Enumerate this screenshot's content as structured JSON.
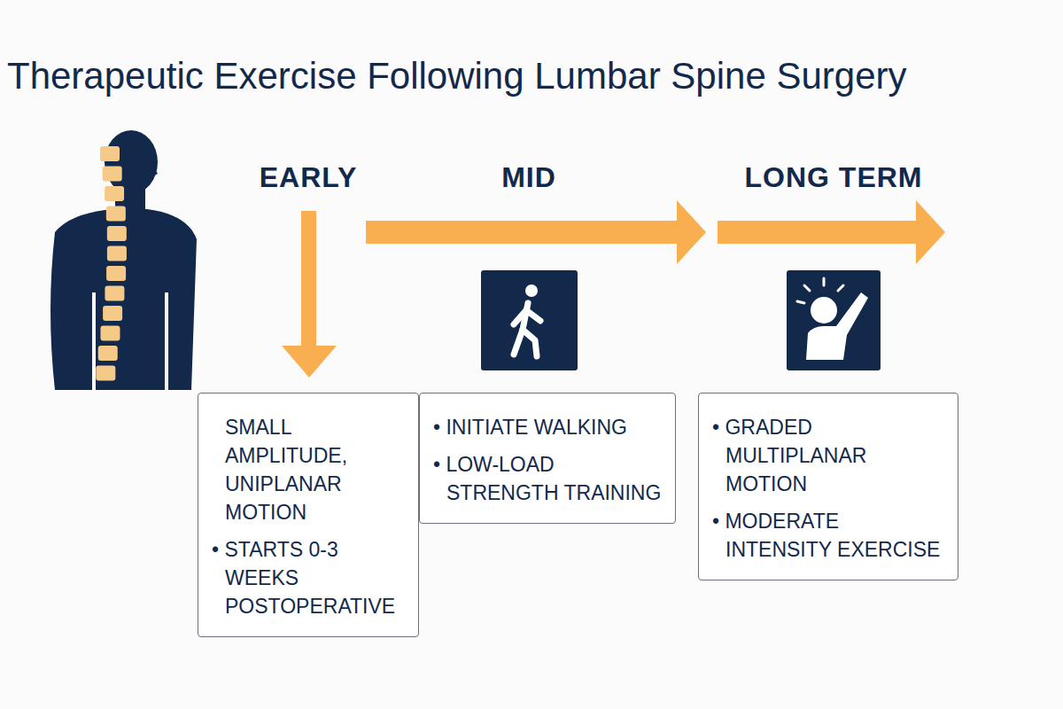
{
  "diagram": {
    "title": "Therapeutic Exercise Following Lumbar Spine Surgery",
    "nodes": [
      {
        "text": [
          "SMALL AMPLITUDE, UNIPLANAR MOTION",
          "• STARTS 0-3 WEEKS POSTOPERATIVE"
        ]
      },
      {
        "text": [
          "• INITIATE WALKING",
          "• LOW-LOAD STRENGTH TRAINING"
        ]
      },
      {
        "text": [
          "• GRADED MULTIPLANAR MOTION",
          "• MODERATE INTENSITY EXERCISE"
        ]
      }
    ],
    "labels": [
      "EARLY",
      "MID",
      "LONG TERM"
    ]
  }
}
